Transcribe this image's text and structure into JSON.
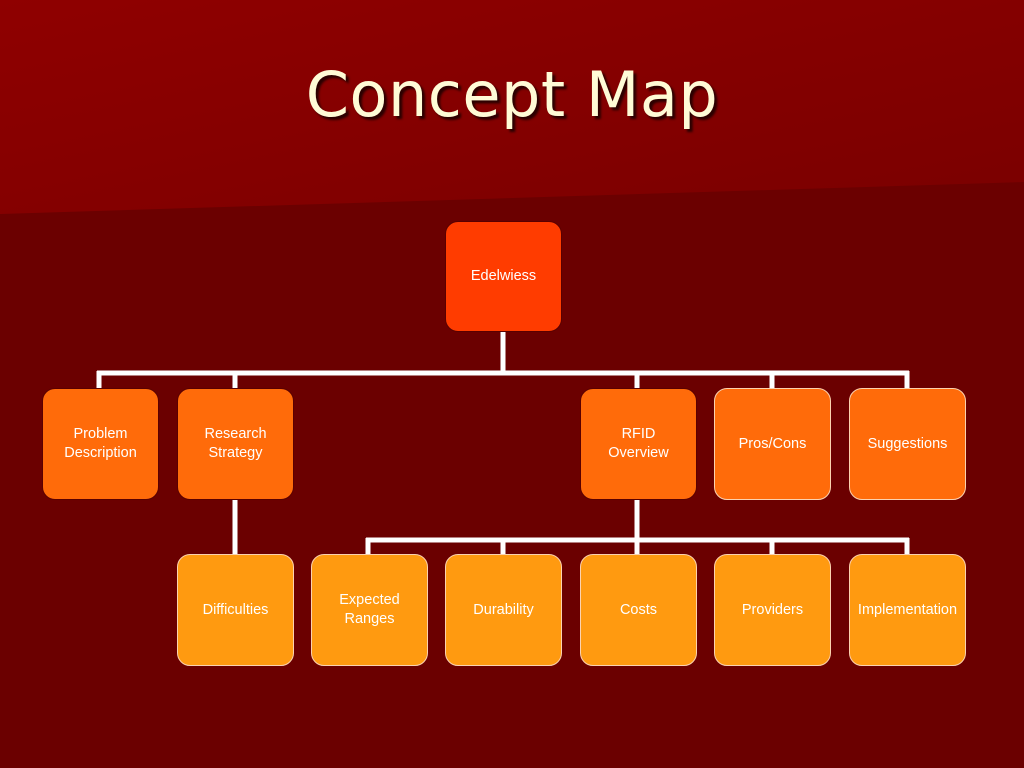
{
  "slide": {
    "title": "Concept Map"
  },
  "concept_map": {
    "root": {
      "label": "Edelwiess"
    },
    "level1": [
      {
        "label": "Problem\nDescription"
      },
      {
        "label": "Research\nStrategy"
      },
      {
        "label": "RFID\nOverview"
      },
      {
        "label": "Pros/Cons"
      },
      {
        "label": "Suggestions"
      }
    ],
    "research_children": [
      {
        "label": "Difficulties"
      }
    ],
    "rfid_children": [
      {
        "label": "Expected\nRanges"
      },
      {
        "label": "Durability"
      },
      {
        "label": "Costs"
      },
      {
        "label": "Providers"
      },
      {
        "label": "Implementation"
      }
    ]
  },
  "colors": {
    "background": "#6b0000",
    "background_top": "#8a0000",
    "root_fill": "#ff3c00",
    "level1_fill": "#ff6b0a",
    "level2_fill": "#ff9a10",
    "connector": "#ffffff",
    "title_text": "#fffbd6"
  }
}
